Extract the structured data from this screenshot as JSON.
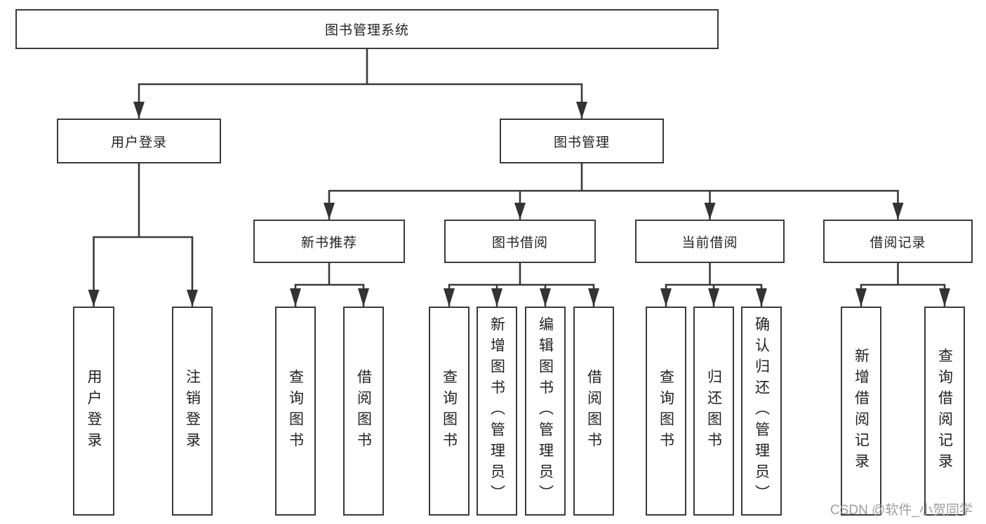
{
  "diagram": {
    "title": "图书管理系统",
    "branches": [
      {
        "label": "用户登录",
        "children": [
          {
            "label": "用户登录"
          },
          {
            "label": "注销登录"
          }
        ]
      },
      {
        "label": "图书管理",
        "children": [
          {
            "label": "新书推荐",
            "children": [
              {
                "label": "查询图书"
              },
              {
                "label": "借阅图书"
              }
            ]
          },
          {
            "label": "图书借阅",
            "children": [
              {
                "label": "查询图书"
              },
              {
                "label": "新增图书（管理员）"
              },
              {
                "label": "编辑图书（管理员）"
              },
              {
                "label": "借阅图书"
              }
            ]
          },
          {
            "label": "当前借阅",
            "children": [
              {
                "label": "查询图书"
              },
              {
                "label": "归还图书"
              },
              {
                "label": "确认归还（管理员）"
              }
            ]
          },
          {
            "label": "借阅记录",
            "children": [
              {
                "label": "新增借阅记录"
              },
              {
                "label": "查询借阅记录"
              }
            ]
          }
        ]
      }
    ]
  },
  "watermark": {
    "text": "CSDN @软件_小贺同学"
  },
  "colors": {
    "line": "#3a3a3a",
    "box_border": "#3a3a3a",
    "text": "#222222",
    "watermark": "#9d9d9d",
    "background": "#ffffff"
  }
}
